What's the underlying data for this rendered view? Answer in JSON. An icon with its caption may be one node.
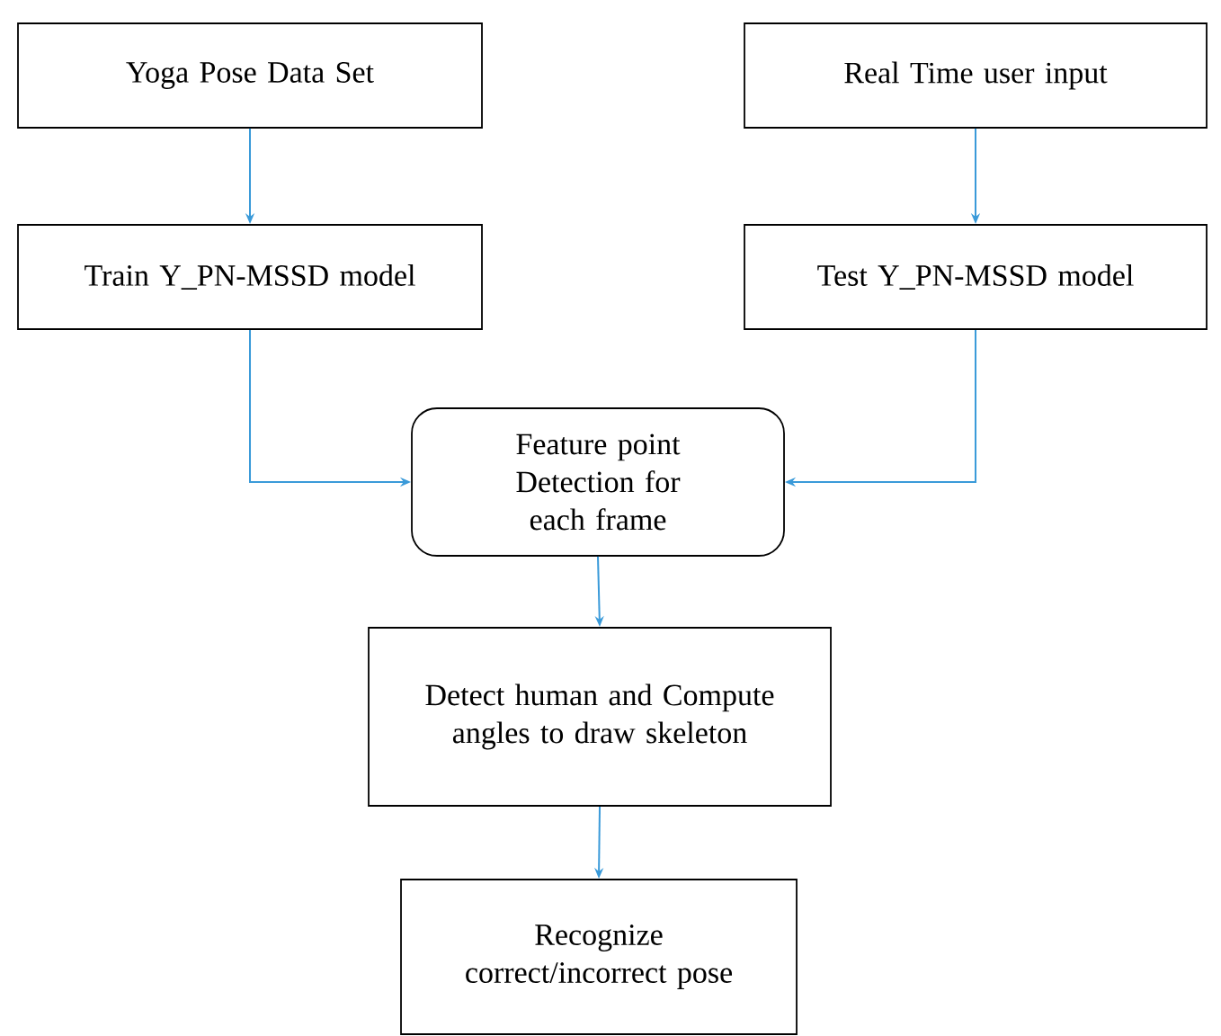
{
  "diagram": {
    "nodes": [
      {
        "text": [
          "Yoga Pose Data Set"
        ]
      },
      {
        "text": [
          "Real Time user input"
        ]
      },
      {
        "text": [
          "Train Y_PN-MSSD model"
        ]
      },
      {
        "text": [
          "Test Y_PN-MSSD model"
        ]
      },
      {
        "text": [
          "Feature point Detection for each frame"
        ]
      },
      {
        "text": [
          "Detect human and Compute angles to draw skeleton"
        ]
      },
      {
        "text": [
          "Recognize correct/incorrect pose"
        ]
      }
    ],
    "edges": [
      {
        "from": 0,
        "to": 2,
        "arrow": "to"
      },
      {
        "from": 1,
        "to": 3,
        "arrow": "to"
      },
      {
        "from": 2,
        "to": 4,
        "arrow": "to"
      },
      {
        "from": 3,
        "to": 4,
        "arrow": "to"
      },
      {
        "from": 4,
        "to": 5,
        "arrow": "to"
      },
      {
        "from": 5,
        "to": 6,
        "arrow": "to"
      }
    ]
  }
}
